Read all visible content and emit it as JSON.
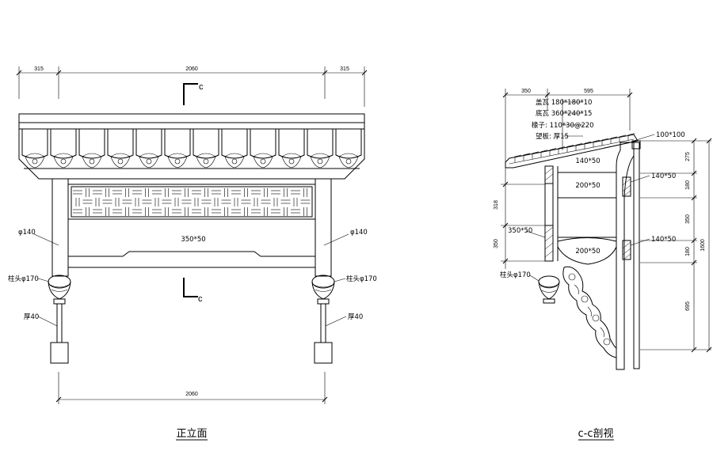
{
  "front_view": {
    "title": "正立面",
    "dims": {
      "left": "315",
      "mid": "2060",
      "right": "315",
      "bottom": "2060"
    },
    "section_mark": "c",
    "labels": {
      "col_left": "φ140",
      "col_right": "φ140",
      "beam": "350*50",
      "cap_left": "柱头φ170",
      "cap_right": "柱头φ170",
      "thk_left": "厚40",
      "thk_right": "厚40"
    }
  },
  "section_view": {
    "title": "c-c剖视",
    "dims": {
      "top_left": "350",
      "top_right": "595",
      "left_upper": "318",
      "left_lower": "350",
      "right_1": "275",
      "right_2": "180",
      "right_3": "350",
      "right_4": "180",
      "right_5": "695",
      "right_total": "1600"
    },
    "notes": [
      "盖瓦  180*180*10",
      "底瓦  360*240*15",
      "椽子: 110*30@220",
      "望板: 厚15"
    ],
    "labels": {
      "ridge_beam": "100*100",
      "rafter_beam": "140*50",
      "upper_board": "200*50",
      "lower_board": "200*50",
      "post_upper": "140*50",
      "post_lower": "140*50",
      "beam_350": "350*50",
      "cap": "柱头φ170"
    }
  }
}
